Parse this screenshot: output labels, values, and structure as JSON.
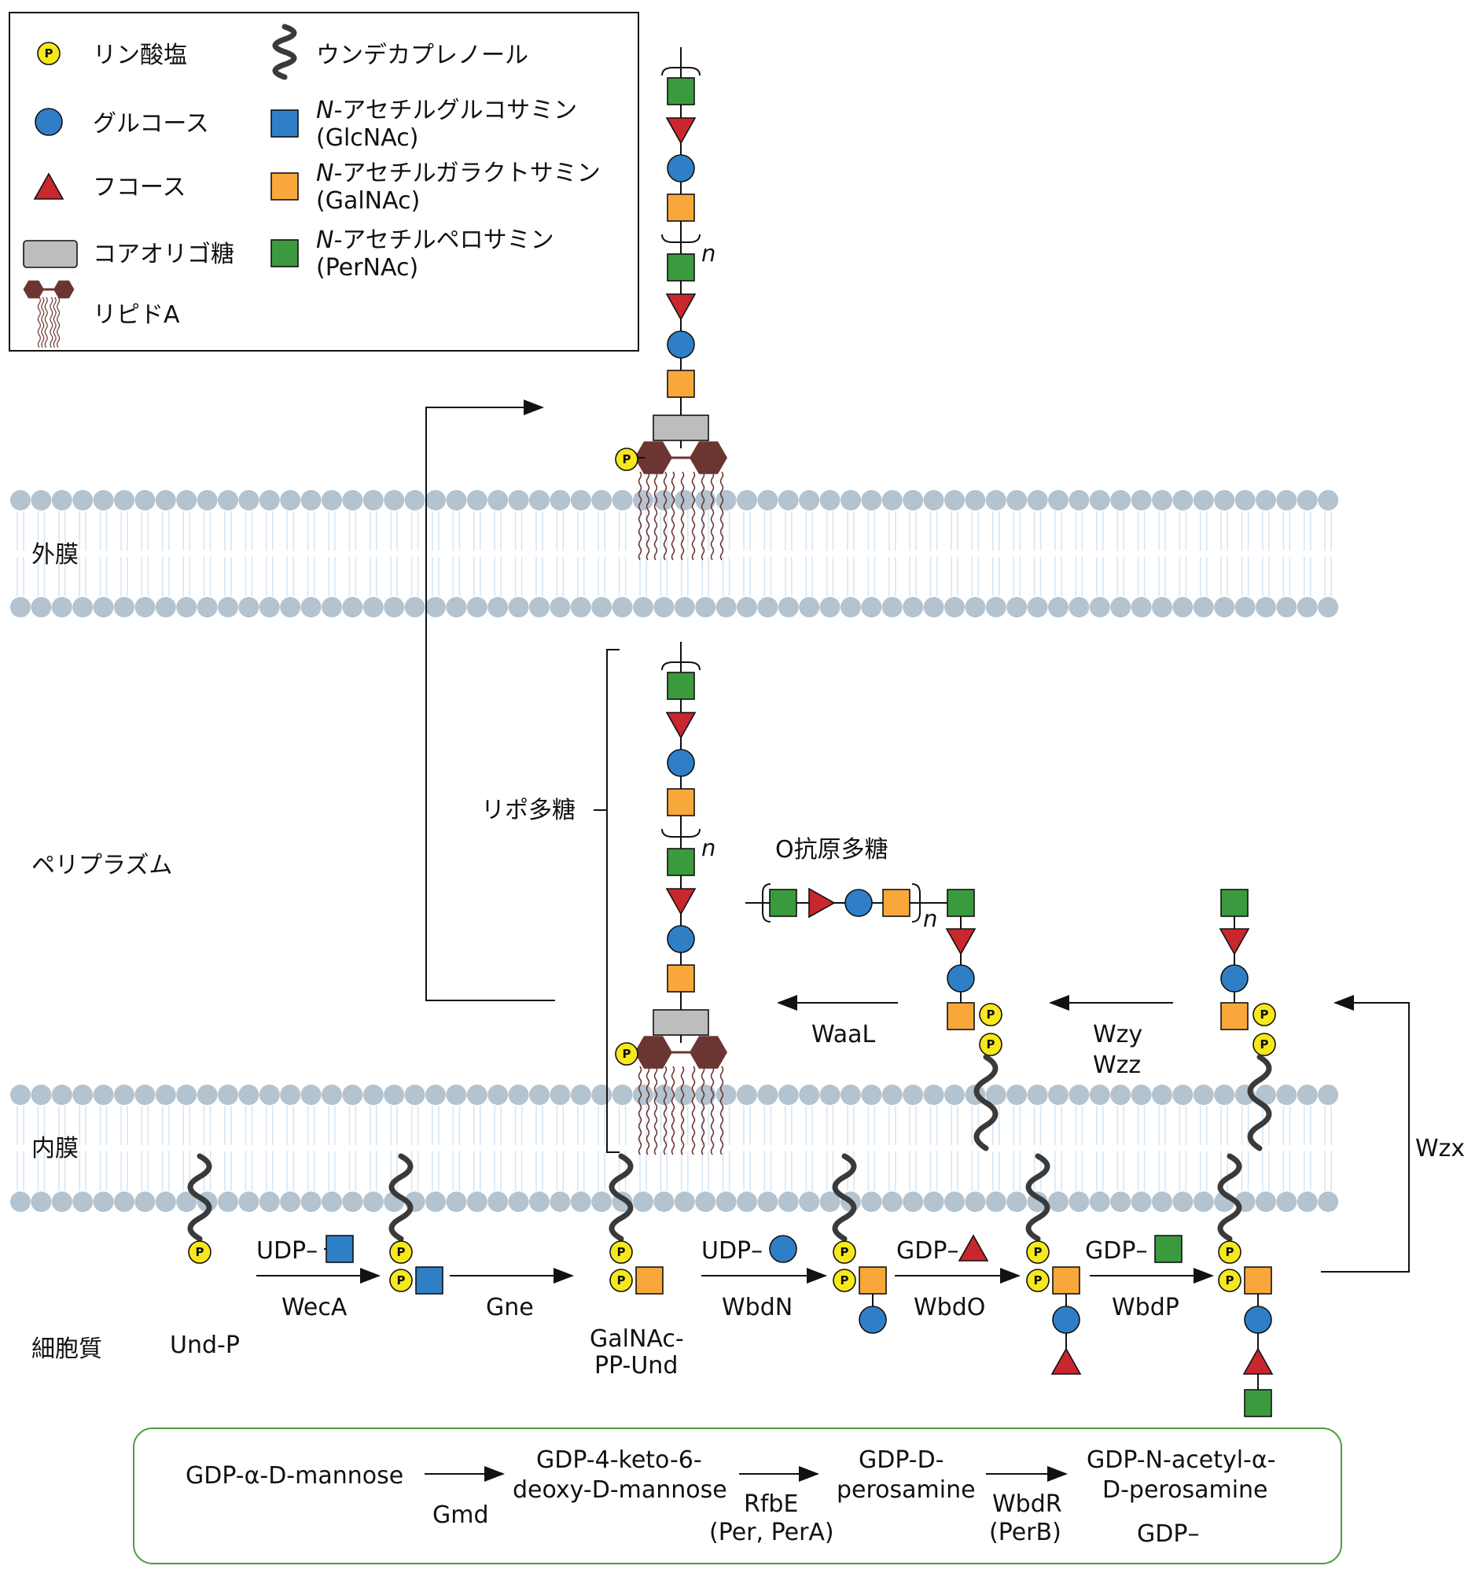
{
  "colors": {
    "phosphate": "#f7e81c",
    "glucose": "#2f7fc7",
    "fucose": "#c8272d",
    "glcnac": "#2f7fc7",
    "galnac": "#f8a83a",
    "pernac": "#3b9a3e",
    "core": "#bdbdbd",
    "lipid": "#6b3531",
    "membrane": "#b3c3d0",
    "membrane_tail": "#d6e6f4",
    "frame_green": "#4a9d3c"
  },
  "legend": {
    "phosphate_symbol": "P",
    "phosphate": "リン酸塩",
    "undecaprenol": "ウンデカプレノール",
    "glucose": "グルコース",
    "glcnac": "アセチルグルコサミン",
    "glcnac_abbr": "(GlcNAc)",
    "fucose": "フコース",
    "galnac": "アセチルガラクトサミン",
    "galnac_abbr": "(GalNAc)",
    "core": "コアオリゴ糖",
    "pernac": "アセチルペロサミン",
    "pernac_abbr": "(PerNAc)",
    "lipid_a": "リピドA",
    "n_prefix": "N-"
  },
  "regions": {
    "outer_membrane": "外膜",
    "periplasm": "ペリプラズム",
    "inner_membrane": "内膜",
    "cytoplasm": "細胞質"
  },
  "labels": {
    "lps": "リポ多糖",
    "o_antigen": "O抗原多糖",
    "repeat_n": "n",
    "und_p": "Und-P",
    "galnac_pp_und_1": "GalNAc-",
    "galnac_pp_und_2": "PP-Und"
  },
  "enzymes": {
    "weca": "WecA",
    "gne": "Gne",
    "wbdn": "WbdN",
    "wbdo": "WbdO",
    "wbdp": "WbdP",
    "wzx": "Wzx",
    "wzy": "Wzy",
    "wzz": "Wzz",
    "waal": "WaaL"
  },
  "donors": {
    "udp1": "UDP–",
    "udp2": "UDP–",
    "gdp1": "GDP–",
    "gdp2": "GDP–"
  },
  "perosamine_pathway": {
    "s1": "GDP-α-D-mannose",
    "s2_line1": "GDP-4-keto-6-",
    "s2_line2": "deoxy-D-mannose",
    "s3_line1": "GDP-D-",
    "s3_line2": "perosamine",
    "s4_line1": "GDP-N-acetyl-α-",
    "s4_line2": "D-perosamine",
    "s4_product": "GDP–",
    "e1": "Gmd",
    "e2_line1": "RfbE",
    "e2_line2": "(Per, PerA)",
    "e3_line1": "WbdR",
    "e3_line2": "(PerB)"
  }
}
